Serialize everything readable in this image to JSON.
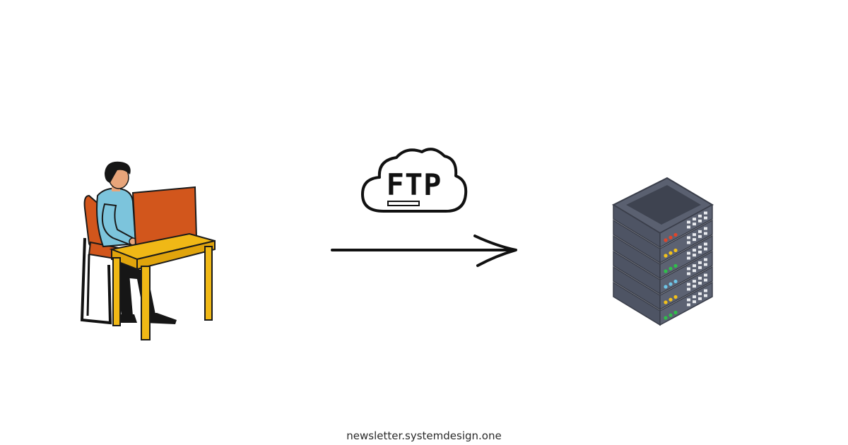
{
  "diagram": {
    "protocol_label": "FTP",
    "footer_text": "newsletter.systemdesign.one",
    "nodes": [
      {
        "id": "client",
        "icon": "person-at-computer-icon"
      },
      {
        "id": "server",
        "icon": "server-rack-icon"
      }
    ],
    "edges": [
      {
        "from": "client",
        "to": "server",
        "label": "FTP"
      }
    ],
    "colors": {
      "shirt": "#7cc4dc",
      "chair": "#d2561c",
      "monitor": "#d2561c",
      "desk": "#f0b816",
      "server_body": "#4e5464",
      "arrow": "#111111",
      "led_red": "#e0452a",
      "led_yellow": "#f3c21a",
      "led_green": "#2fbf4a",
      "led_blue": "#6ec6e8"
    },
    "server_leds": [
      "red",
      "yellow",
      "green",
      "blue",
      "yellow",
      "green"
    ]
  }
}
